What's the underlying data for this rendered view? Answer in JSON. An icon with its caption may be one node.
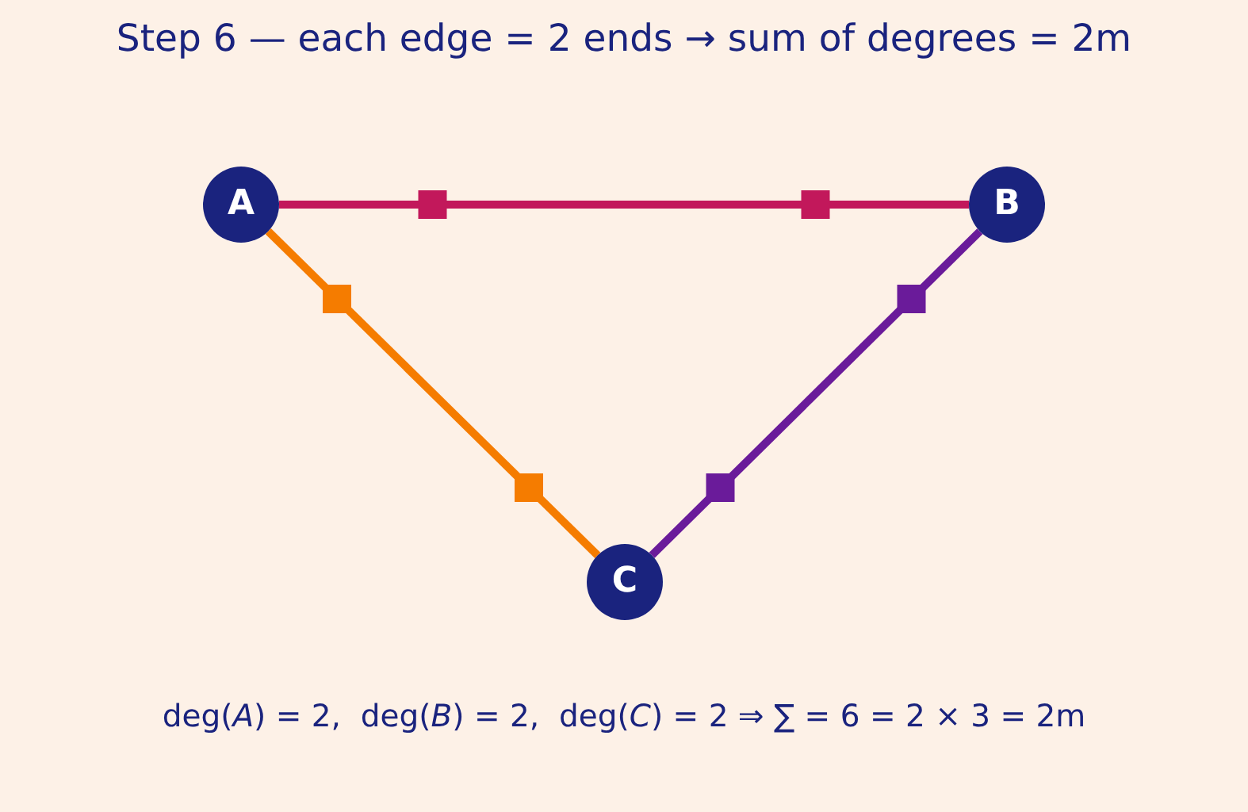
{
  "diagram": {
    "title": "Step 6 — each edge = 2 ends → sum of degrees = 2m",
    "caption": "deg(*A*) = 2,  deg(*B*) = 2,  deg(*C*) = 2 ⇒ ∑ = 6 = 2 × 3 = 2m",
    "nodes": [
      {
        "text": [
          "A"
        ]
      },
      {
        "text": [
          "B"
        ]
      },
      {
        "text": [
          "C"
        ]
      }
    ],
    "edges": [
      {
        "from": 0,
        "to": 1,
        "arrow": "none",
        "color": "#c2185b"
      },
      {
        "from": 0,
        "to": 2,
        "arrow": "none",
        "color": "#f57c00"
      },
      {
        "from": 1,
        "to": 2,
        "arrow": "none",
        "color": "#6a1b9a"
      }
    ]
  }
}
